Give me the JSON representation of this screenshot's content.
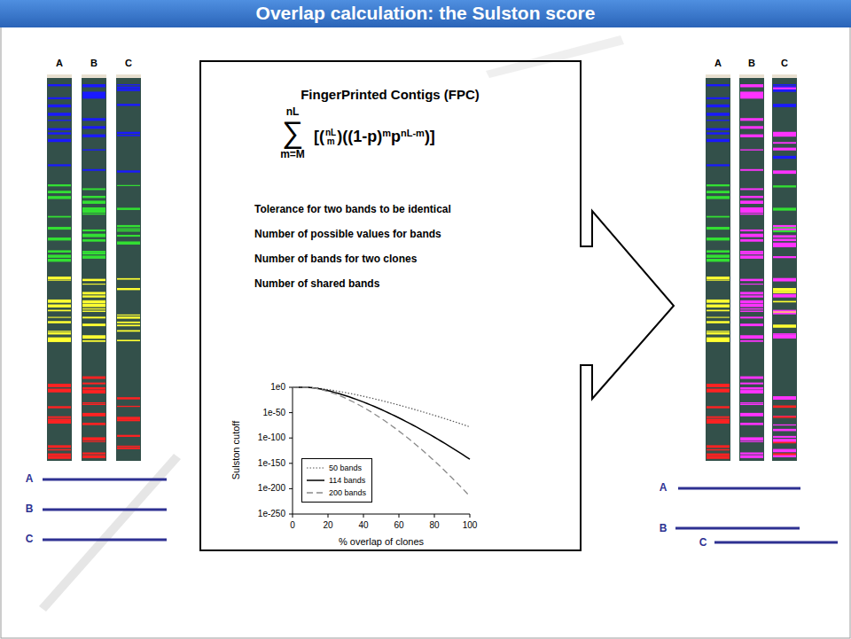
{
  "diagram": {
    "title": "Overlap calculation: the Sulston score",
    "nodes": [
      {
        "text": [
          "FingerPrinted Contigs (FPC)",
          "Tolerance for two bands to be identical",
          "Number of possible values for bands",
          "Number of bands for two clones",
          "Number of shared bands"
        ]
      }
    ],
    "labels": [
      "A",
      "B",
      "C",
      "A",
      "B",
      "C",
      "nL",
      "∑",
      "m=M",
      "[(",
      "nL",
      "m",
      ")((1-p)",
      "m",
      "p",
      "nL-m",
      ")]",
      "1e0",
      "1e-50",
      "1e-100",
      "1e-150",
      "1e-200",
      "1e-250",
      "0",
      "20",
      "40",
      "60",
      "80",
      "100",
      "Sulston cutoff",
      "% overlap of clones",
      "A",
      "B",
      "C",
      "A",
      "B",
      "C"
    ],
    "legend": [
      {
        "text": "50 bands"
      },
      {
        "text": "114 bands"
      },
      {
        "text": "200 bands"
      }
    ]
  }
}
